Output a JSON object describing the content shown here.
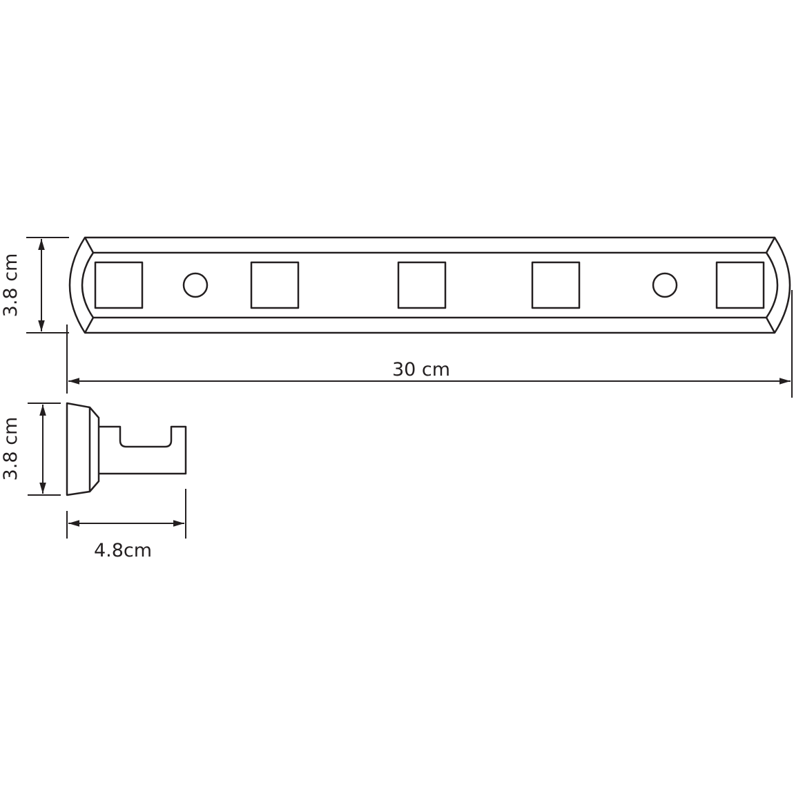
{
  "front_view": {
    "height_label": "3.8 cm",
    "width_label": "30 cm",
    "square_openings": 5,
    "round_holes": 2
  },
  "side_view": {
    "height_label": "3.8 cm",
    "depth_label": "4.8cm"
  },
  "colors": {
    "line": "#231f20",
    "background": "#ffffff"
  }
}
